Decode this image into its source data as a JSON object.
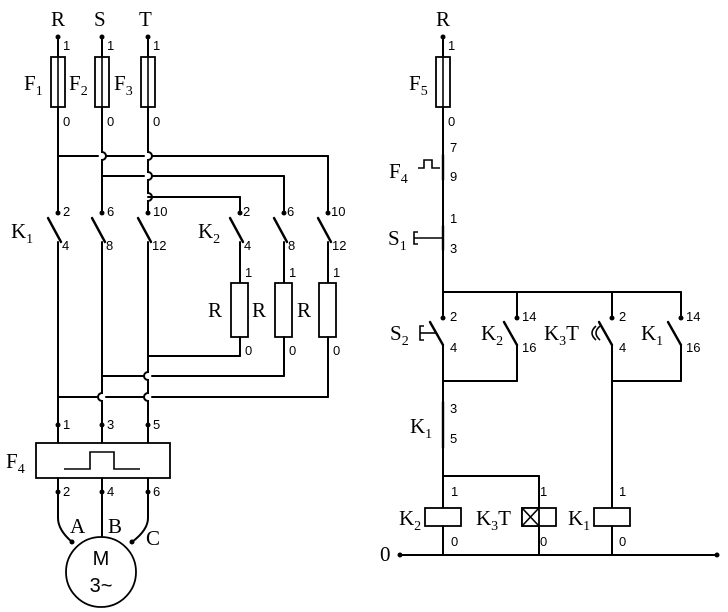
{
  "power": {
    "phases": [
      "R",
      "S",
      "T"
    ],
    "fuses": [
      {
        "letter": "F",
        "sub": "1"
      },
      {
        "letter": "F",
        "sub": "2"
      },
      {
        "letter": "F",
        "sub": "3"
      }
    ],
    "fuse_top": "1",
    "fuse_bottom": "0",
    "k1": {
      "letter": "K",
      "sub": "1",
      "top": [
        "2",
        "6",
        "10"
      ],
      "bottom": [
        "4",
        "8",
        "12"
      ]
    },
    "k2": {
      "letter": "K",
      "sub": "2",
      "top": [
        "2",
        "6",
        "10"
      ],
      "bottom": [
        "4",
        "8",
        "12"
      ]
    },
    "resistor_label": "R",
    "resistor_top": "1",
    "resistor_bottom": "0",
    "relay": {
      "letter": "F",
      "sub": "4",
      "in": [
        "1",
        "3",
        "5"
      ],
      "out": [
        "2",
        "4",
        "6"
      ]
    },
    "motor_terminals": [
      "A",
      "B",
      "C"
    ],
    "motor_line1": "M",
    "motor_line2": "3~"
  },
  "control": {
    "supply": "R",
    "neutral": "0",
    "f5": {
      "letter": "F",
      "sub": "5",
      "top": "1",
      "bottom": "0"
    },
    "f4": {
      "letter": "F",
      "sub": "4",
      "top": "7",
      "bottom": "9"
    },
    "s1": {
      "letter": "S",
      "sub": "1",
      "top": "1",
      "bottom": "3"
    },
    "s2": {
      "letter": "S",
      "sub": "2",
      "top": "2",
      "bottom": "4"
    },
    "k2_contact": {
      "letter": "K",
      "sub": "2",
      "top": "14",
      "bottom": "16"
    },
    "k3t_contact": {
      "letter": "K",
      "sub": "3",
      "suffix": "T",
      "top": "2",
      "bottom": "4"
    },
    "k1_hold": {
      "letter": "K",
      "sub": "1",
      "top": "14",
      "bottom": "16"
    },
    "k1_nc": {
      "letter": "K",
      "sub": "1",
      "top": "3",
      "bottom": "5"
    },
    "coils": [
      {
        "letter": "K",
        "sub": "2",
        "suffix": "",
        "top": "1",
        "bottom": "0"
      },
      {
        "letter": "K",
        "sub": "3",
        "suffix": "T",
        "top": "1",
        "bottom": "0"
      },
      {
        "letter": "K",
        "sub": "1",
        "suffix": "",
        "top": "1",
        "bottom": "0"
      }
    ]
  }
}
